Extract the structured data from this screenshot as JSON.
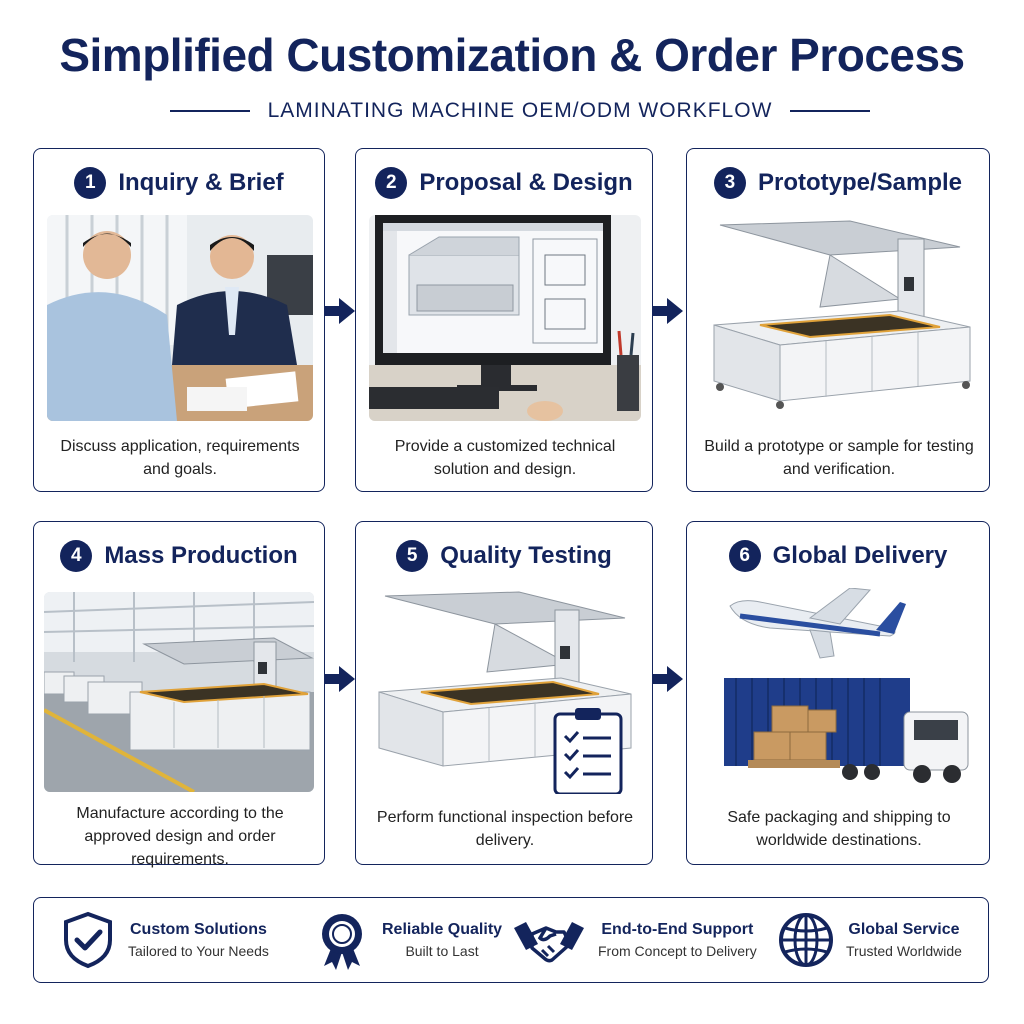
{
  "header": {
    "title": "Simplified Customization & Order Process",
    "subtitle": "LAMINATING MACHINE OEM/ODM WORKFLOW"
  },
  "steps": [
    {
      "number": "1",
      "title": "Inquiry & Brief",
      "description": "Discuss application, requirements and goals.",
      "icon": "meeting-photo"
    },
    {
      "number": "2",
      "title": "Proposal & Design",
      "description": "Provide a customized technical solution and design.",
      "icon": "cad-monitor-photo"
    },
    {
      "number": "3",
      "title": "Prototype/Sample",
      "description": "Build a prototype or sample for testing and verification.",
      "icon": "laminating-machine-photo"
    },
    {
      "number": "4",
      "title": "Mass Production",
      "description": "Manufacture according to the approved design and order requirements.",
      "icon": "factory-floor-photo"
    },
    {
      "number": "5",
      "title": "Quality Testing",
      "description": "Perform functional inspection before delivery.",
      "icon": "machine-checklist-photo"
    },
    {
      "number": "6",
      "title": "Global Delivery",
      "description": "Safe packaging and shipping to worldwide destinations.",
      "icon": "plane-truck-photo"
    }
  ],
  "features": [
    {
      "title": "Custom Solutions",
      "subtitle": "Tailored to Your Needs",
      "icon": "shield-check-icon"
    },
    {
      "title": "Reliable Quality",
      "subtitle": "Built to Last",
      "icon": "award-ribbon-icon"
    },
    {
      "title": "End-to-End Support",
      "subtitle": "From Concept to Delivery",
      "icon": "handshake-icon"
    },
    {
      "title": "Global Service",
      "subtitle": "Trusted Worldwide",
      "icon": "globe-icon"
    }
  ],
  "colors": {
    "navy": "#13245c",
    "steel": "#d9dde3",
    "amber": "#e0a23a"
  }
}
